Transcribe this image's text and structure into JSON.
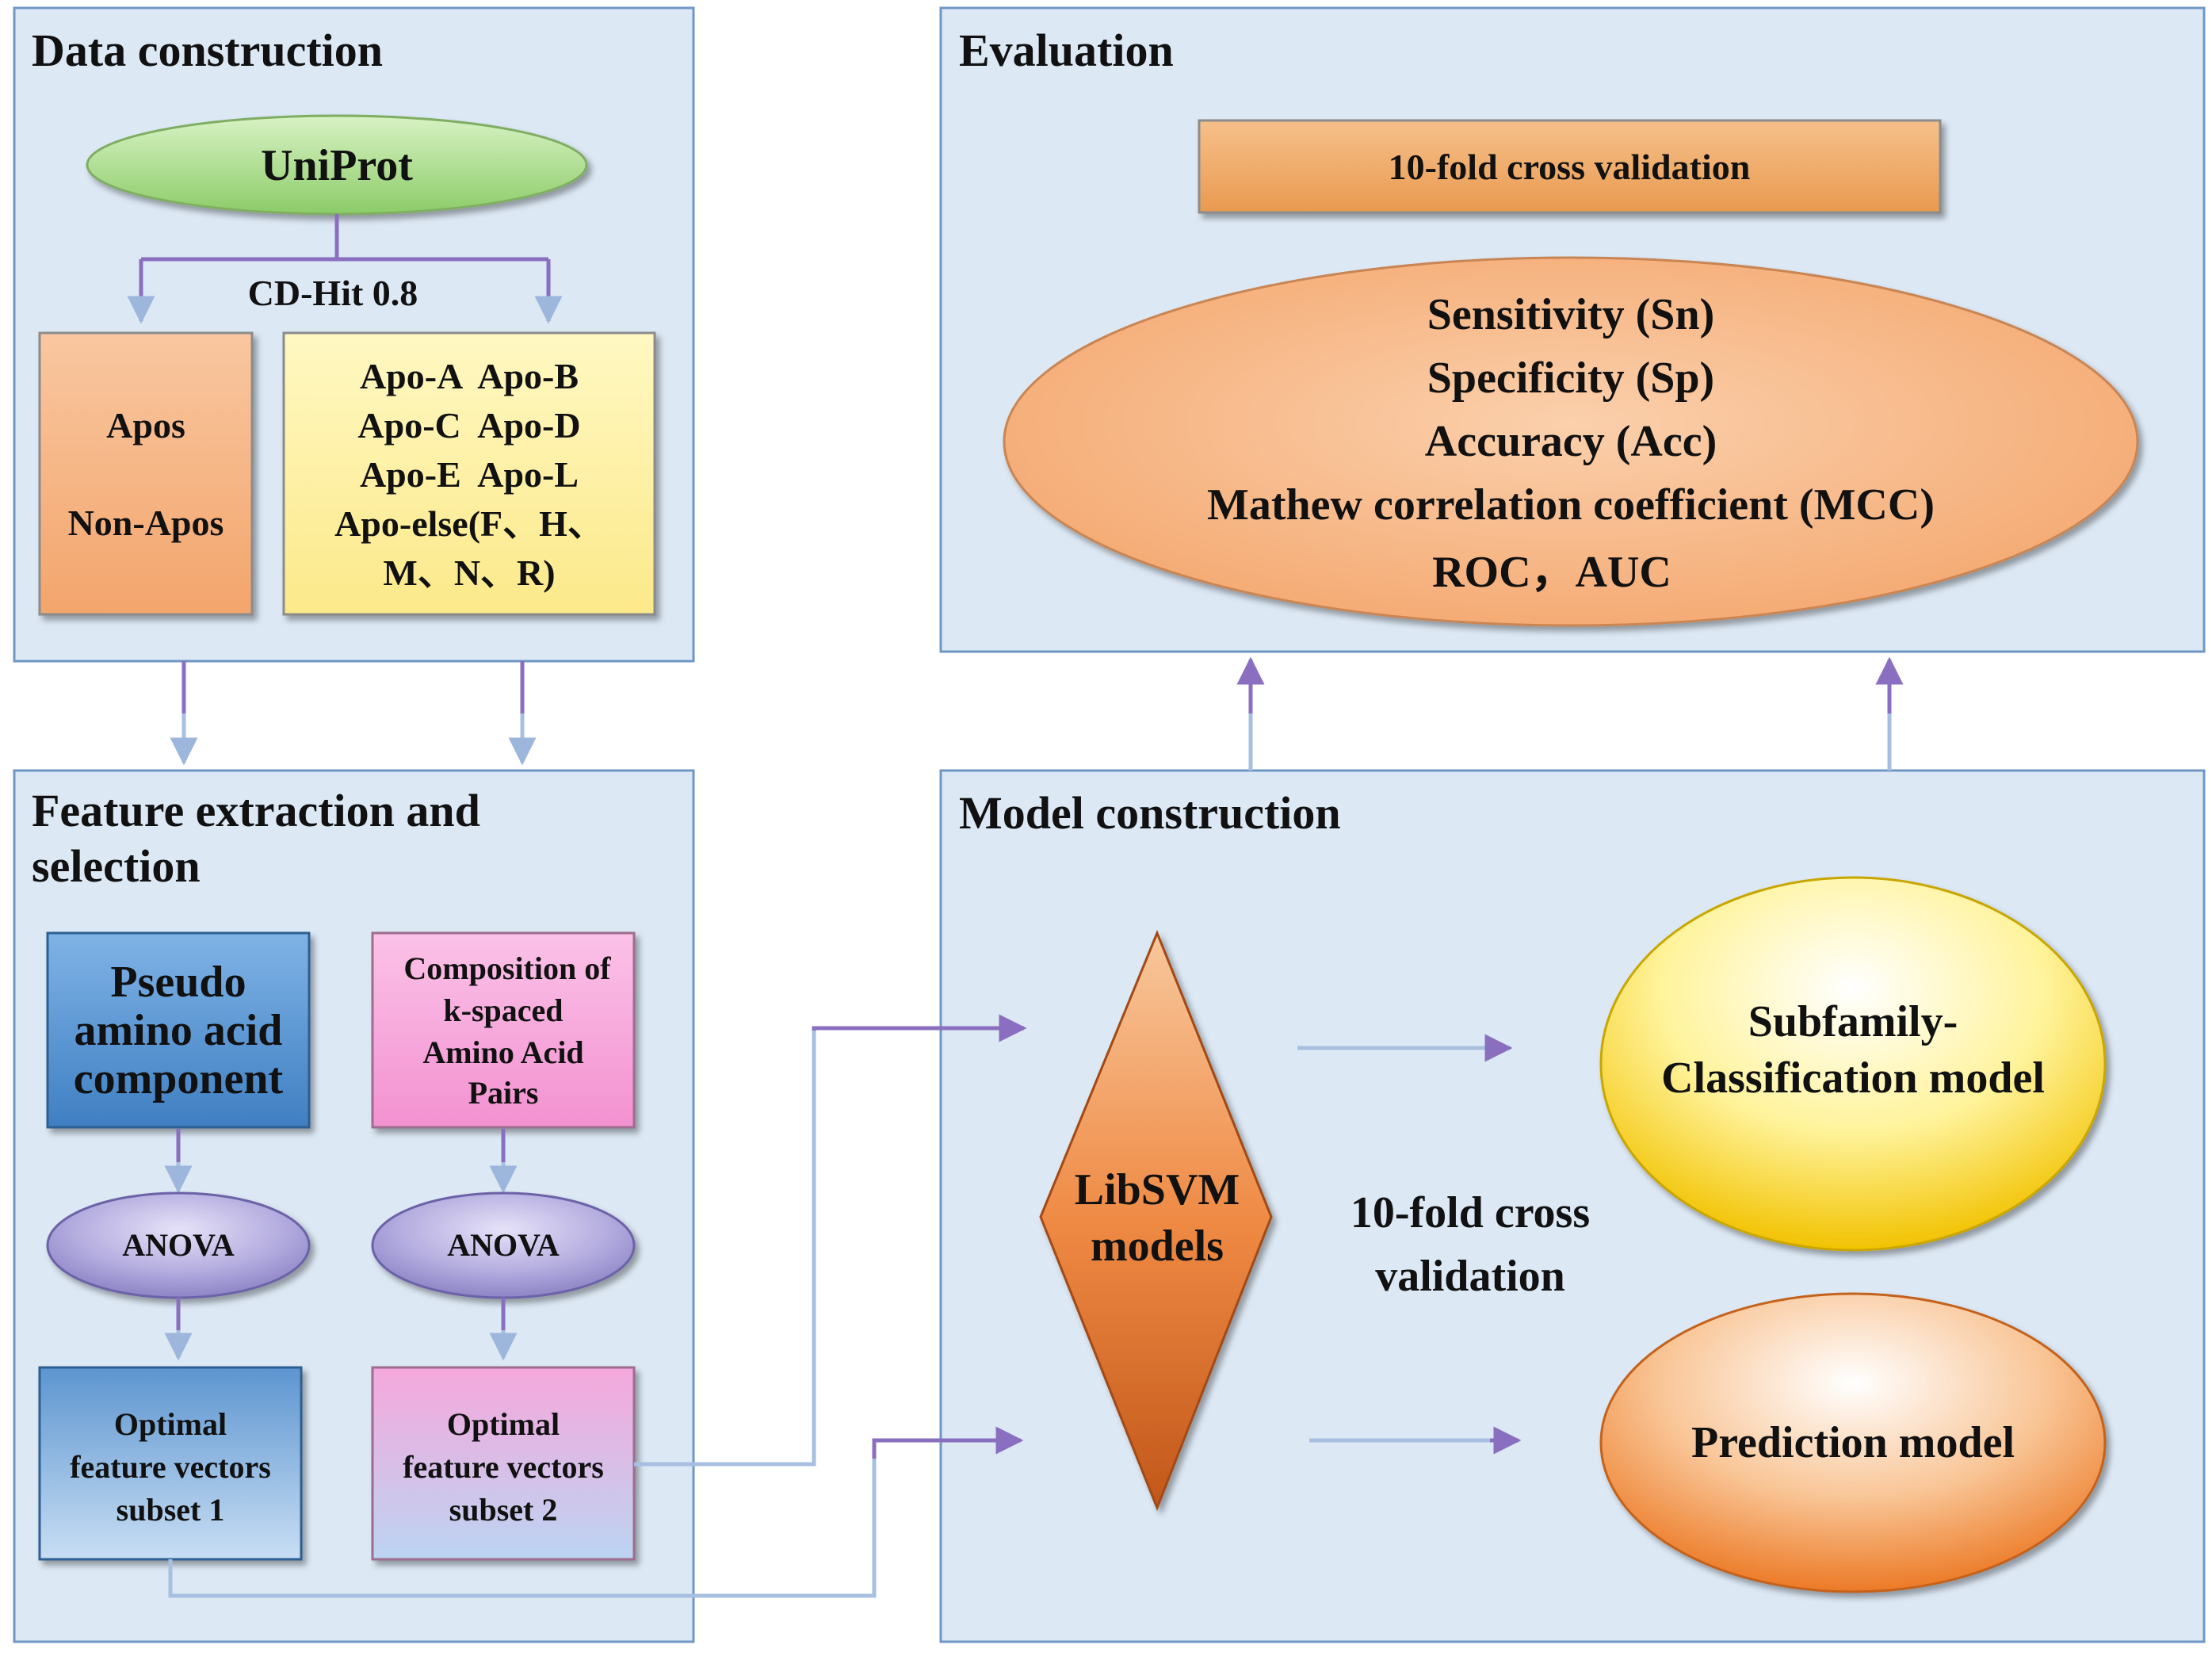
{
  "panels": {
    "data_construction": {
      "title": "Data construction",
      "uniprot": "UniProt",
      "cdhit": "CD-Hit 0.8",
      "apos_box": [
        "Apos",
        "Non-Apos"
      ],
      "subfamily_box": [
        "Apo-A  Apo-B",
        "Apo-C  Apo-D",
        "Apo-E  Apo-L",
        "Apo-else(F、H、",
        "M、N、R)"
      ]
    },
    "evaluation": {
      "title": "Evaluation",
      "cv_bar": "10-fold cross validation",
      "metrics": [
        "Sensitivity (Sn)",
        "Specificity (Sp)",
        "Accuracy (Acc)",
        "Mathew correlation coefficient (MCC)",
        "ROC，AUC"
      ]
    },
    "feature": {
      "title_lines": [
        "Feature extraction and",
        "selection"
      ],
      "pseaac": [
        "Pseudo",
        "amino acid",
        "component"
      ],
      "cksaap": [
        "Composition of",
        "k-spaced",
        "Amino Acid",
        "Pairs"
      ],
      "anova_left": "ANOVA",
      "anova_right": "ANOVA",
      "subset1": [
        "Optimal",
        "feature vectors",
        "subset 1"
      ],
      "subset2": [
        "Optimal",
        "feature vectors",
        "subset 2"
      ]
    },
    "model": {
      "title": "Model construction",
      "libsvm": [
        "LibSVM",
        "models"
      ],
      "cv_label": [
        "10-fold cross",
        "validation"
      ],
      "subfamily_model": [
        "Subfamily-",
        "Classification model"
      ],
      "prediction_model": "Prediction model"
    }
  },
  "colors": {
    "panel_fill": "#dce8f4",
    "panel_stroke": "#6f97c6",
    "arrow_purple": "#8a6fc0",
    "arrow_light": "#a7bfe0",
    "uniprot_green": "#a8d88a",
    "apos_orange": "#f6b17e",
    "apo_yellow": "#fdf09e",
    "cv_orange": "#f0a866",
    "metric_orange": "#f7b98a",
    "pseaac_blue": "#5b98d6",
    "cksaap_pink": "#f7a6dc",
    "anova_purple": "#a8a0d8",
    "libsvm_orange": "#ed7d31"
  }
}
